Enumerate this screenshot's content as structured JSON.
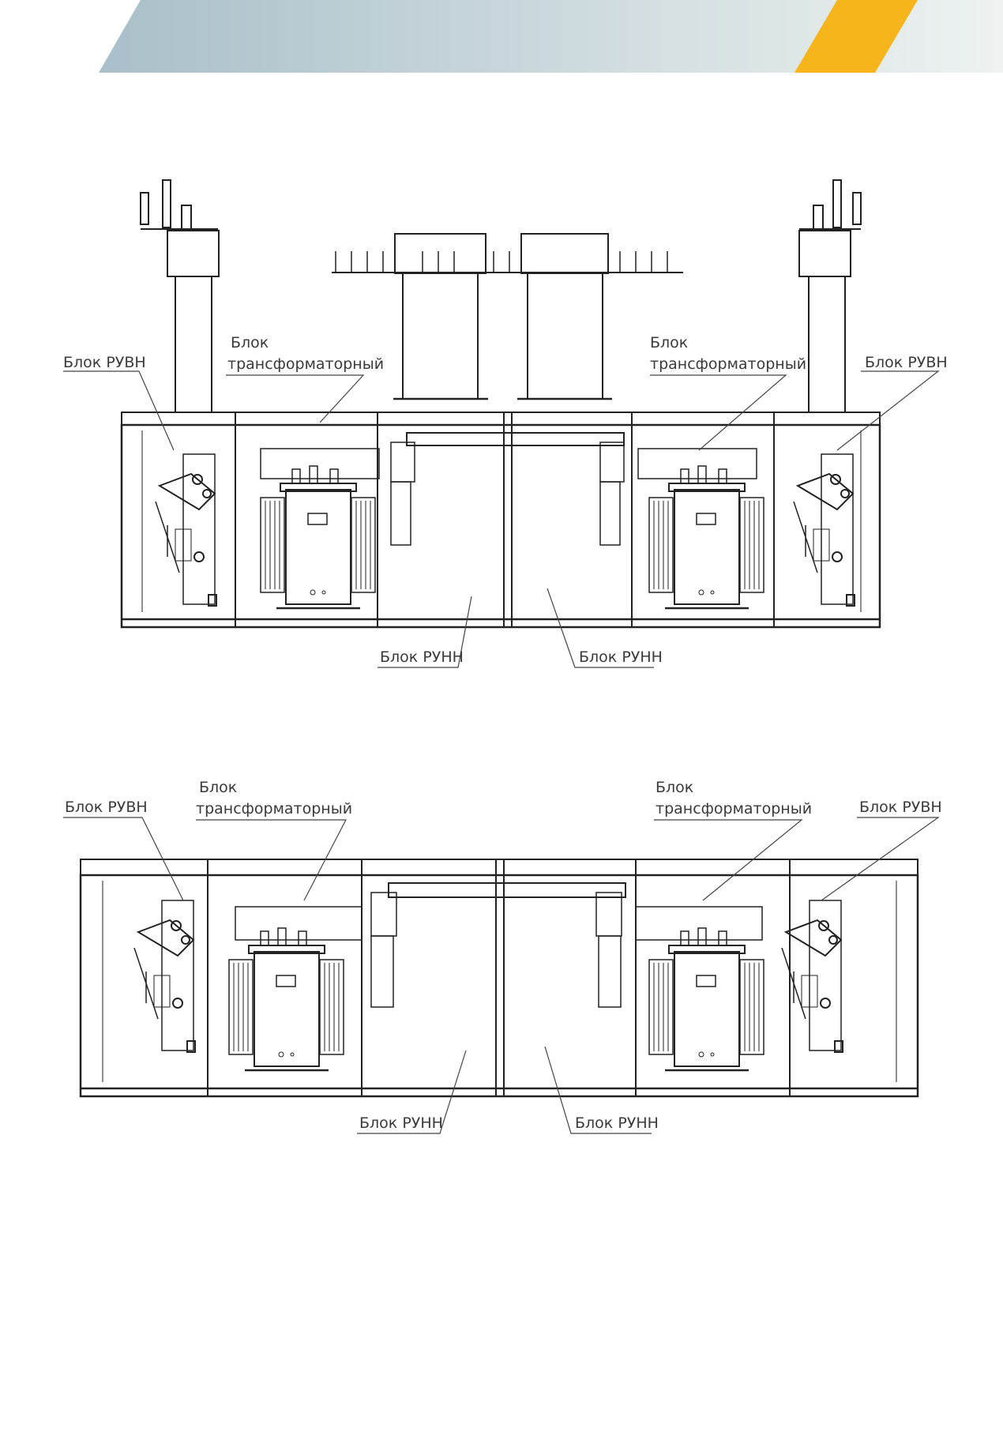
{
  "colors": {
    "banner_left": "#a9bfc9",
    "banner_right": "#eef3f1",
    "accent": "#f7b51b",
    "line": "#222222"
  },
  "top_view": {
    "labels": {
      "ruvn_left": "Блок РУВН",
      "ruvn_right": "Блок РУВН",
      "trans_left_1": "Блок",
      "trans_left_2": "трансформаторный",
      "trans_right_1": "Блок",
      "trans_right_2": "трансформаторный",
      "runn_left": "Блок РУНН",
      "runn_right": "Блок РУНН"
    }
  },
  "bottom_view": {
    "labels": {
      "ruvn_left": "Блок РУВН",
      "ruvn_right": "Блок РУВН",
      "trans_left_1": "Блок",
      "trans_left_2": "трансформаторный",
      "trans_right_1": "Блок",
      "trans_right_2": "трансформаторный",
      "runn_left": "Блок РУНН",
      "runn_right": "Блок РУНН"
    }
  }
}
